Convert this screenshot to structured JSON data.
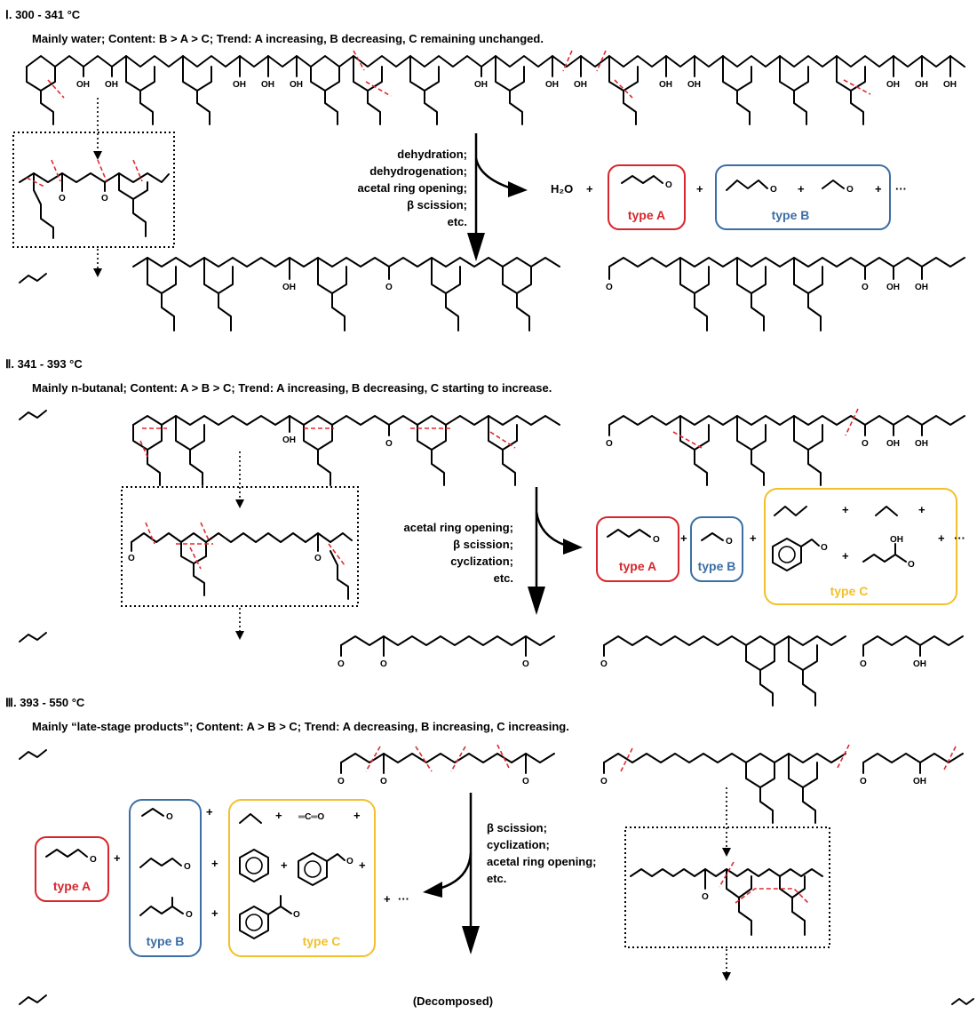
{
  "stages": [
    {
      "numeral": "Ⅰ",
      "range": ". 300 - 341 °C",
      "summary": "Mainly water; Content: B > A > C; Trend: A increasing, B decreasing, C remaining unchanged.",
      "steps": [
        "dehydration;",
        "dehydrogenation;",
        "acetal ring opening;",
        "β scission;",
        "etc."
      ]
    },
    {
      "numeral": "Ⅱ",
      "range": ". 341 - 393 °C",
      "summary": "Mainly n-butanal; Content: A > B > C; Trend: A increasing, B decreasing, C starting to increase.",
      "steps": [
        "acetal ring opening;",
        "β scission;",
        "cyclization;",
        "etc."
      ]
    },
    {
      "numeral": "Ⅲ",
      "range": ". 393 - 550 °C",
      "summary": "Mainly “late-stage products”; Content: A > B > C; Trend: A decreasing, B increasing, C increasing.",
      "steps": [
        "β scission;",
        "cyclization;",
        "acetal ring opening;",
        "etc."
      ]
    }
  ],
  "labels": {
    "type_a": "type A",
    "type_b": "type B",
    "type_c": "type C",
    "water": "H₂O",
    "plus": "+",
    "ellipsis": "···",
    "decomposed": "(Decomposed)",
    "oh": "OH",
    "o": "O",
    "c_eq_c_eq_o": "═C═O"
  },
  "colors": {
    "type_a": "#d7262d",
    "type_b": "#3b6ea5",
    "type_c": "#f2c02a",
    "cleavage": "#e0282e"
  }
}
